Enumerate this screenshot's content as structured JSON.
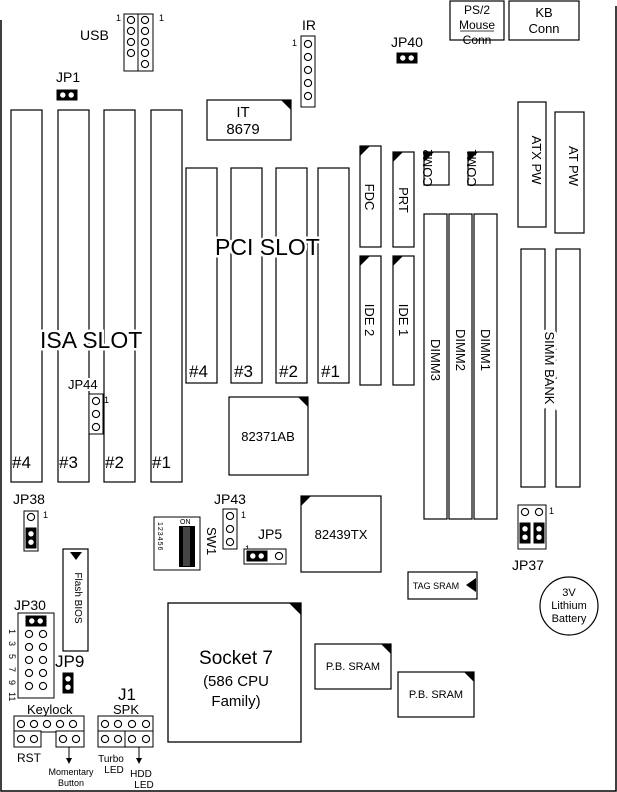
{
  "header": {
    "usb_label": "USB",
    "ir_label": "IR",
    "jp40_label": "JP40",
    "ps2_line1": "PS/2",
    "ps2_line2": "Mouse",
    "ps2_line3": "Conn",
    "kb_line1": "KB",
    "kb_line2": "Conn",
    "pin_one": "1",
    "jp1_label": "JP1"
  },
  "chips": {
    "it_line1": "IT",
    "it_line2": "8679",
    "fdc": "FDC",
    "prt": "PRT",
    "com2": "COM2",
    "com1": "COM1",
    "atx_pw": "ATX PW",
    "at_pw": "AT PW",
    "ide2": "IDE 2",
    "ide1": "IDE 1",
    "dimm3": "DIMM3",
    "dimm2": "DIMM2",
    "dimm1": "DIMM1",
    "simm_bank": "SIMM BANK",
    "chip_82371": "82371AB",
    "chip_82439": "82439TX",
    "tag_sram": "TAG SRAM",
    "pb_sram": "P.B. SRAM",
    "flash_bios": "Flash BIOS",
    "battery_line1": "3V",
    "battery_line2": "Lithium",
    "battery_line3": "Battery"
  },
  "slots": {
    "isa_title": "ISA SLOT",
    "pci_title": "PCI SLOT",
    "isa_numbers": [
      "#4",
      "#3",
      "#2",
      "#1"
    ],
    "pci_numbers": [
      "#4",
      "#3",
      "#2",
      "#1"
    ]
  },
  "jumpers": {
    "jp44": "JP44",
    "jp38": "JP38",
    "jp43": "JP43",
    "jp5": "JP5",
    "jp37": "JP37",
    "jp30": "JP30",
    "jp9": "JP9",
    "sw1": "SW1",
    "sw_on": "ON",
    "sw_numbers": "123456",
    "jp30_pins": [
      "1",
      "3",
      "5",
      "7",
      "9",
      "11"
    ]
  },
  "cpu": {
    "line1": "Socket 7",
    "line2": "(586 CPU",
    "line3": "Family)"
  },
  "front_panel": {
    "j1": "J1",
    "spk": "SPK",
    "keylock": "Keylock",
    "rst": "RST",
    "momentary_1": "Momentary",
    "momentary_2": "Button",
    "turbo_1": "Turbo",
    "turbo_2": "LED",
    "hdd_1": "HDD",
    "hdd_2": "LED"
  }
}
